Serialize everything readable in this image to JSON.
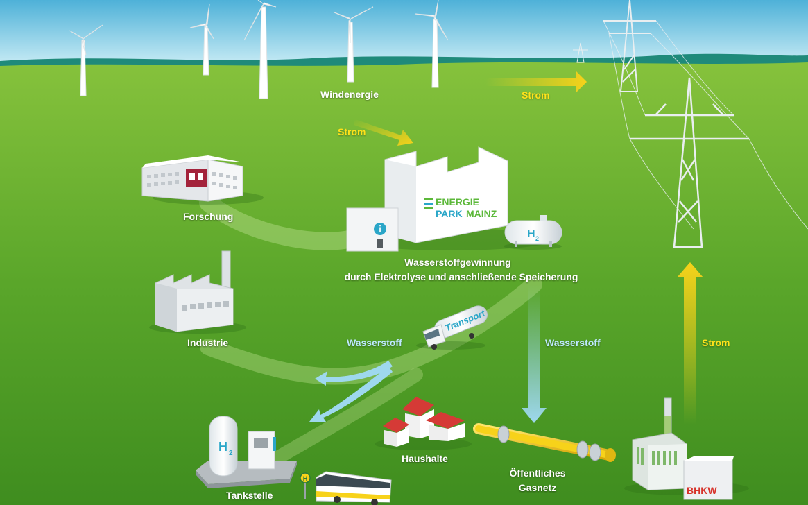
{
  "labels": {
    "wind": "Windenergie",
    "strom_top": "Strom",
    "strom_mid": "Strom",
    "strom_right": "Strom",
    "research": "Forschung",
    "plant_line1": "Wasserstoffgewinnung",
    "plant_line2": "durch Elektrolyse und anschließende Speicherung",
    "industry": "Industrie",
    "wasserstoff_left": "Wasserstoff",
    "wasserstoff_right": "Wasserstoff",
    "households": "Haushalte",
    "gas_line1": "Öffentliches",
    "gas_line2": "Gasnetz",
    "station": "Tankstelle"
  },
  "logo": {
    "line1": "ENERGIE",
    "line2_a": "PARK",
    "line2_b": "MAINZ"
  },
  "tank_symbol": {
    "h": "H",
    "sub": "2"
  },
  "station_symbol": {
    "h": "H",
    "sub": "2"
  },
  "truck_text": "Transport",
  "chp_text": "BHKW",
  "bus_stop_symbol": "H",
  "info_symbol": "i",
  "colors": {
    "electricity": "#f7d21a",
    "hydrogen": "#9ed8ee",
    "grass": "#5aa62a",
    "logo_green": "#5cb83a",
    "logo_blue": "#2aa6c8"
  }
}
